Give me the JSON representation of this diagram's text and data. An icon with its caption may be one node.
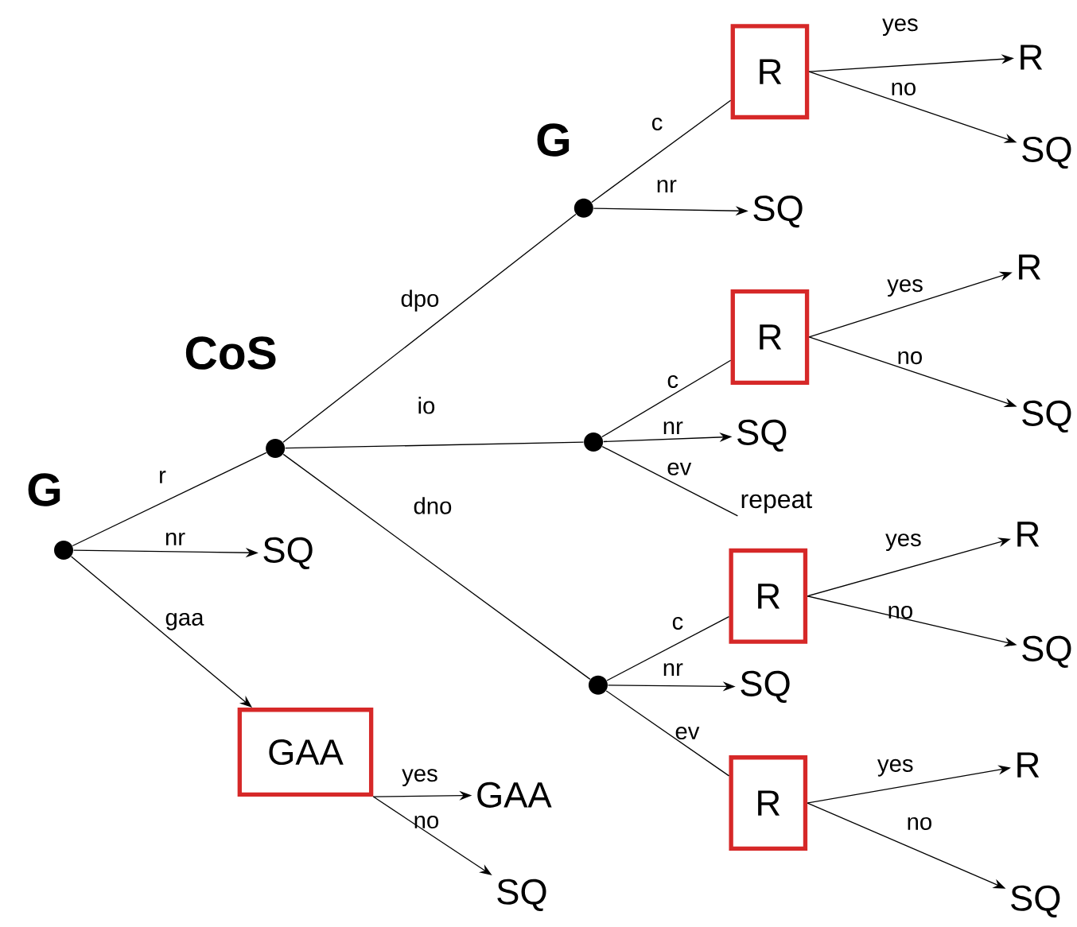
{
  "diagram": {
    "nodes": [
      {
        "text": [],
        "shape": "circle",
        "beside": [
          "G"
        ]
      },
      {
        "text": [],
        "shape": "circle",
        "beside": [
          "CoS"
        ]
      },
      {
        "text": [
          "SQ"
        ]
      },
      {
        "text": [
          "GAA"
        ]
      },
      {
        "text": [
          "GAA"
        ]
      },
      {
        "text": [
          "SQ"
        ]
      },
      {
        "text": [],
        "shape": "circle",
        "beside": [
          "G"
        ]
      },
      {
        "text": [],
        "shape": "circle"
      },
      {
        "text": [],
        "shape": "circle"
      },
      {
        "text": [
          "R"
        ]
      },
      {
        "text": [
          "SQ"
        ]
      },
      {
        "text": [
          "R"
        ]
      },
      {
        "text": [
          "SQ"
        ]
      },
      {
        "text": [
          "R"
        ]
      },
      {
        "text": [
          "SQ"
        ]
      },
      {
        "text": [
          "repeat"
        ]
      },
      {
        "text": [
          "R"
        ]
      },
      {
        "text": [
          "SQ"
        ]
      },
      {
        "text": [
          "R"
        ]
      },
      {
        "text": [
          "SQ"
        ]
      },
      {
        "text": [
          "R"
        ]
      },
      {
        "text": [
          "R"
        ]
      },
      {
        "text": [
          "SQ"
        ]
      },
      {
        "text": [
          "R"
        ]
      },
      {
        "text": [
          "SQ"
        ]
      }
    ],
    "edges": [
      {
        "from": 0,
        "to": 1,
        "arrow": "none",
        "label": "r"
      },
      {
        "from": 0,
        "to": 2,
        "arrow": "to",
        "label": "nr"
      },
      {
        "from": 0,
        "to": 3,
        "arrow": "to",
        "label": "gaa"
      },
      {
        "from": 3,
        "to": 4,
        "arrow": "to",
        "label": "yes"
      },
      {
        "from": 3,
        "to": 5,
        "arrow": "to",
        "label": "no"
      },
      {
        "from": 1,
        "to": 6,
        "arrow": "none",
        "label": "dpo"
      },
      {
        "from": 1,
        "to": 7,
        "arrow": "none",
        "label": "io"
      },
      {
        "from": 1,
        "to": 8,
        "arrow": "none",
        "label": "dno"
      },
      {
        "from": 6,
        "to": 9,
        "arrow": "none",
        "label": "c"
      },
      {
        "from": 6,
        "to": 10,
        "arrow": "to",
        "label": "nr"
      },
      {
        "from": 9,
        "to": 11,
        "arrow": "to",
        "label": "yes"
      },
      {
        "from": 9,
        "to": 12,
        "arrow": "to",
        "label": "no"
      },
      {
        "from": 7,
        "to": 13,
        "arrow": "none",
        "label": "c"
      },
      {
        "from": 7,
        "to": 14,
        "arrow": "to",
        "label": "nr"
      },
      {
        "from": 7,
        "to": 15,
        "arrow": "none",
        "label": "ev"
      },
      {
        "from": 13,
        "to": 16,
        "arrow": "to",
        "label": "yes"
      },
      {
        "from": 13,
        "to": 17,
        "arrow": "to",
        "label": "no"
      },
      {
        "from": 8,
        "to": 18,
        "arrow": "none",
        "label": "c"
      },
      {
        "from": 8,
        "to": 19,
        "arrow": "to",
        "label": "nr"
      },
      {
        "from": 8,
        "to": 20,
        "arrow": "none",
        "label": "ev"
      },
      {
        "from": 18,
        "to": 21,
        "arrow": "to",
        "label": "yes"
      },
      {
        "from": 18,
        "to": 22,
        "arrow": "to",
        "label": "no"
      },
      {
        "from": 20,
        "to": 23,
        "arrow": "to",
        "label": "yes"
      },
      {
        "from": 20,
        "to": 24,
        "arrow": "to",
        "label": "no"
      }
    ]
  }
}
